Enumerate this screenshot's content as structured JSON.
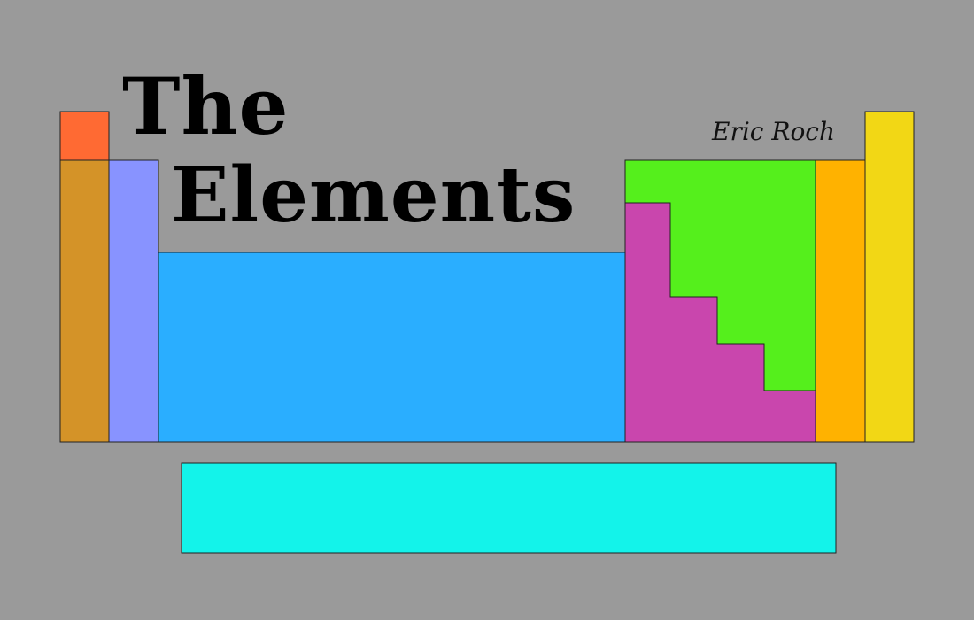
{
  "title": {
    "line1": "The",
    "line2": "Elements"
  },
  "author": "Eric Roch",
  "colors": {
    "background": "#9a9a9a",
    "hydrogen": "#ff6a33",
    "alkali_metals": "#d49328",
    "alkaline_earth": "#8893ff",
    "transition_metals": "#2aaeff",
    "nonmetals": "#55ef1c",
    "post_transition_metals": "#c946ad",
    "halogens": "#ffb200",
    "noble_gases": "#f2d715",
    "f_block": "#13f3ea"
  }
}
